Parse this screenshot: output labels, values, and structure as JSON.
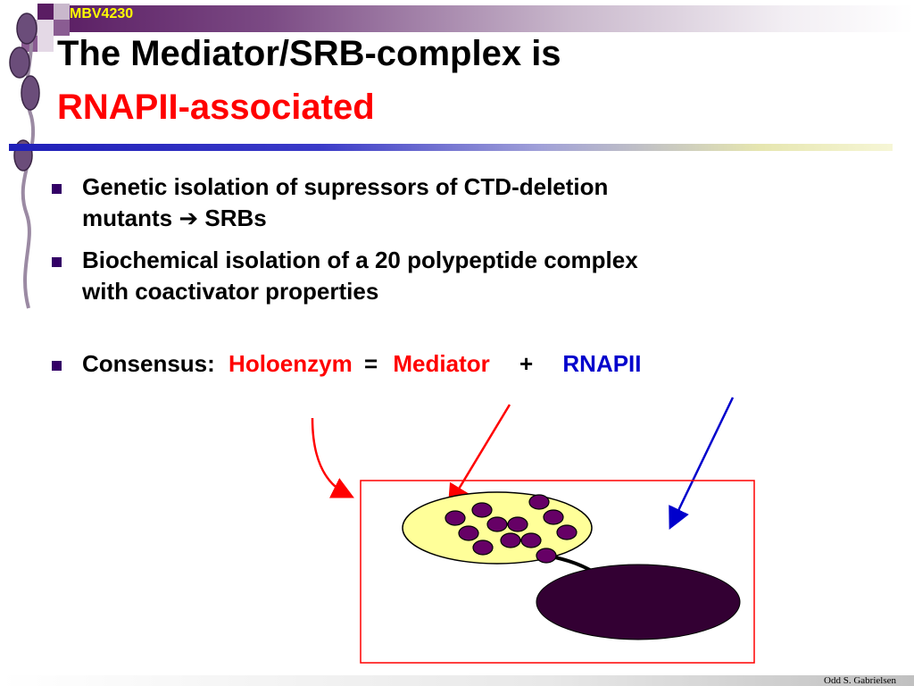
{
  "header": {
    "course_code": "MBV4230",
    "title_line1": "The Mediator/SRB-complex is",
    "title_line2": "RNAPII-associated"
  },
  "bullets": [
    {
      "line1": "Genetic isolation of supressors of CTD-deletion",
      "line2_prefix": "mutants",
      "arrow": "➔",
      "line2_suffix": "SRBs"
    },
    {
      "line1": "Biochemical isolation of a 20 polypeptide complex",
      "line2": "with coactivator properties"
    },
    {
      "label": "Consensus:",
      "holoenzym": "Holoenzym",
      "equals": "=",
      "mediator": "Mediator",
      "plus": "+",
      "rnapii": "RNAPII"
    }
  ],
  "footer": {
    "author": "Odd S. Gabrielsen"
  },
  "colors": {
    "accent_red": "#ff0000",
    "accent_blue": "#0000cc",
    "complex_dark": "#330033",
    "mediator_fill": "#ffff99"
  }
}
